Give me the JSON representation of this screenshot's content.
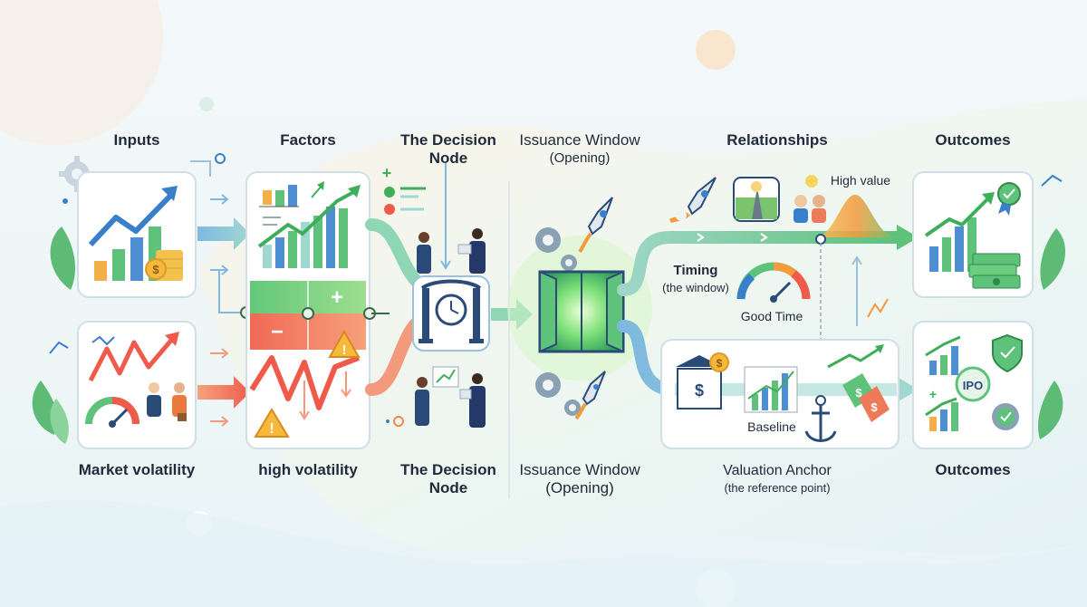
{
  "columns": {
    "inputs": {
      "top": "Inputs",
      "bottom": "Market volatility"
    },
    "factors": {
      "top": "Factors",
      "bottom": "high volatility"
    },
    "decision": {
      "top_line1": "The Decision",
      "top_line2": "Node",
      "bottom_line1": "The Decision",
      "bottom_line2": "Node"
    },
    "issuance": {
      "top_line1": "Issuance Window",
      "top_line2": "(Opening)",
      "bottom_line1": "Issuance Window",
      "bottom_line2": "(Opening)"
    },
    "relationships": {
      "top": "Relationships",
      "high_value": "High value",
      "timing": "Timing",
      "timing_sub": "(the window)",
      "good_time": "Good Time",
      "baseline": "Baseline",
      "bottom_line1": "Valuation Anchor",
      "bottom_line2": "(the reference point)"
    },
    "outcomes": {
      "top": "Outcomes",
      "bottom": "Outcomes",
      "ipo": "IPO"
    }
  },
  "icons": {
    "plus": "+",
    "minus": "−",
    "warning": "!",
    "dollar": "$"
  },
  "colors": {
    "green": "#3fae5a",
    "red": "#ef5a4a",
    "blue": "#3a7fc9",
    "teal": "#6cc3c0",
    "gold": "#f4b13a",
    "navy": "#2a4a78"
  }
}
